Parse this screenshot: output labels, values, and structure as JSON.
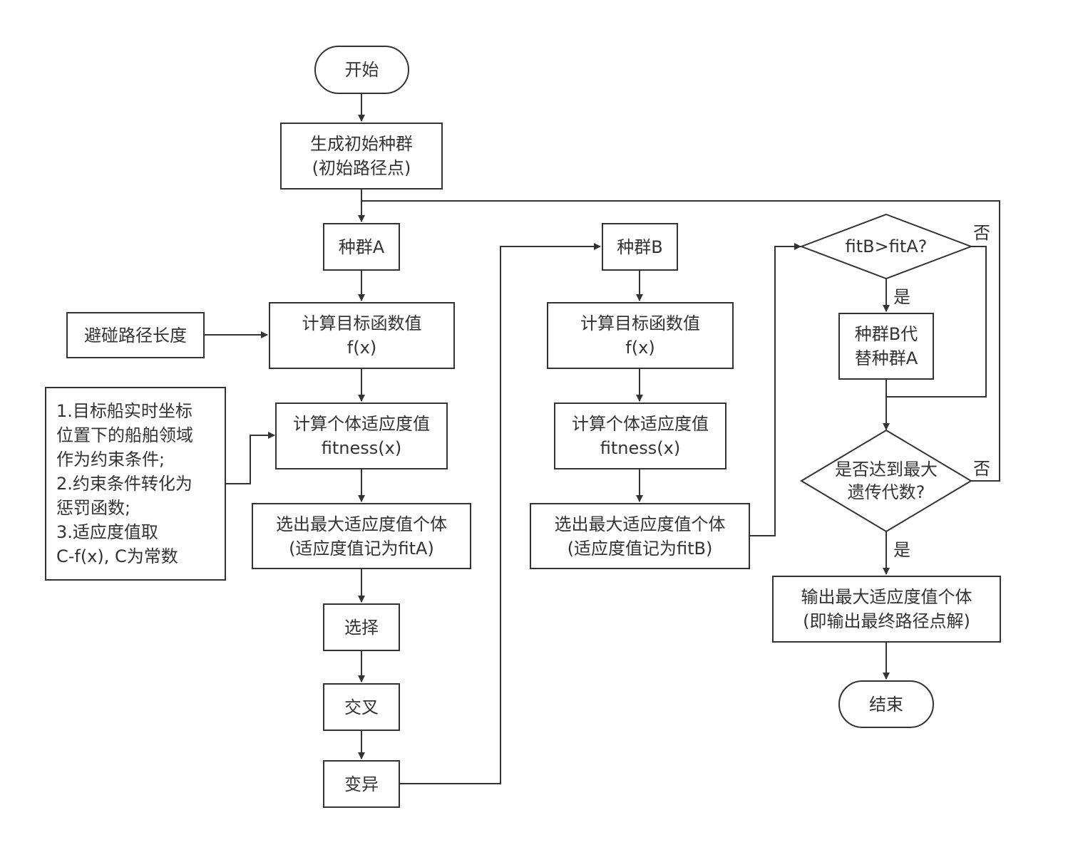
{
  "nodes": {
    "start": "开始",
    "init": "生成初始种群\n(初始路径点)",
    "popA": "种群A",
    "calcFA": "计算目标函数值\nf(x)",
    "fitA": "计算个体适应度值\nfitness(x)",
    "selA": "选出最大适应度值个体\n(适应度值记为fitA)",
    "select": "选择",
    "cross": "交叉",
    "mutate": "变异",
    "avoid": "避碰路径长度",
    "note": "1.目标船实时坐标\n位置下的船舶领域\n作为约束条件;\n2.约束条件转化为\n惩罚函数;\n3.适应度值取\nC-f(x), C为常数",
    "popB": "种群B",
    "calcFB": "计算目标函数值\nf(x)",
    "fitB": "计算个体适应度值\nfitness(x)",
    "selB": "选出最大适应度值个体\n(适应度值记为fitB)",
    "cmp": "fitB>fitA?",
    "replace": "种群B代\n替种群A",
    "maxgen": "是否达到最大\n遗传代数?",
    "output": "输出最大适应度值个体\n(即输出最终路径点解)",
    "end": "结束"
  },
  "labels": {
    "cmp_yes": "是",
    "cmp_no": "否",
    "max_yes": "是",
    "max_no": "否"
  }
}
